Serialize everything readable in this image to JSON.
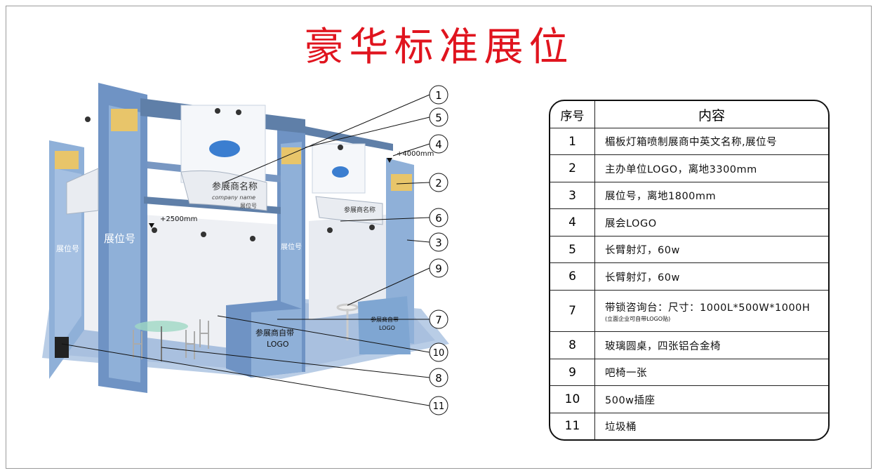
{
  "page": {
    "title": "豪华标准展位"
  },
  "legend": {
    "col_no": "序号",
    "col_content": "内容",
    "rows": [
      {
        "no": "1",
        "text": "楣板灯箱喷制展商中英文名称,展位号",
        "sub": ""
      },
      {
        "no": "2",
        "text": "主办单位LOGO，离地3300mm",
        "sub": ""
      },
      {
        "no": "3",
        "text": "展位号，离地1800mm",
        "sub": ""
      },
      {
        "no": "4",
        "text": "展会LOGO",
        "sub": ""
      },
      {
        "no": "5",
        "text": "长臂射灯，60w",
        "sub": ""
      },
      {
        "no": "6",
        "text": "长臂射灯，60w",
        "sub": ""
      },
      {
        "no": "7",
        "text": "带锁咨询台：尺寸：1000L*500W*1000H",
        "sub": "(立面企业可自带LOGO贴)"
      },
      {
        "no": "8",
        "text": "玻璃圆桌，四张铝合金椅",
        "sub": ""
      },
      {
        "no": "9",
        "text": "吧椅一张",
        "sub": ""
      },
      {
        "no": "10",
        "text": "500w插座",
        "sub": ""
      },
      {
        "no": "11",
        "text": "垃圾桶",
        "sub": ""
      }
    ]
  },
  "illustration": {
    "fascia_name": "参展商名称",
    "fascia_name_small": "参展商名称",
    "company_name": "company name",
    "booth_no": "展位号",
    "booth_no_left": "展位号",
    "booth_no_mid": "展位号",
    "height_4000": "+4000mm",
    "height_2500": "+2500mm",
    "counter_logo_line1": "参展商自带",
    "counter_logo_line2": "LOGO",
    "counter2_line1": "参展商自带",
    "counter2_line2": "LOGO",
    "callouts": [
      "1",
      "5",
      "4",
      "2",
      "6",
      "3",
      "9",
      "7",
      "10",
      "8",
      "11"
    ]
  },
  "colors": {
    "title": "#e0141e",
    "panel": "#7fa6d2",
    "frame": "#5f7fa8",
    "floor": "#b9cde6"
  }
}
